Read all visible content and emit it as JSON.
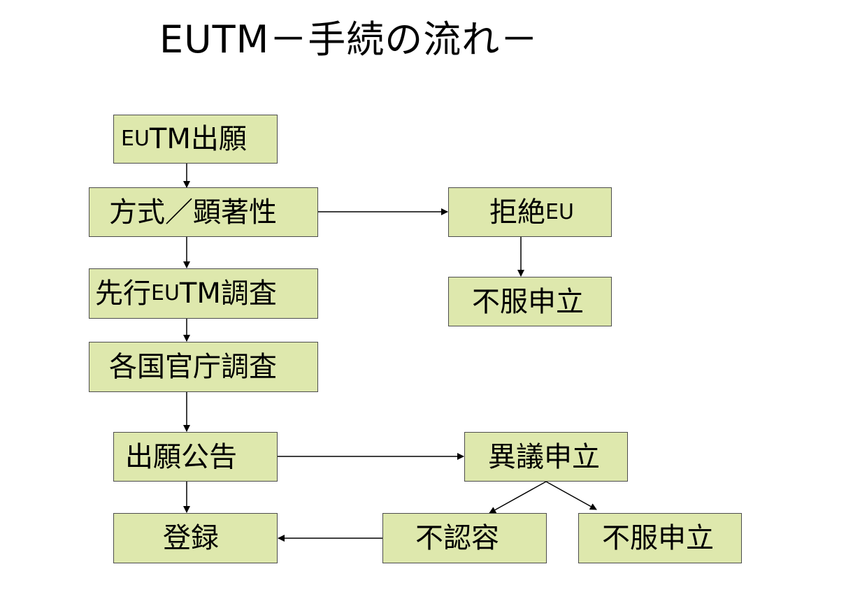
{
  "title": "EUTM－手続の流れ－",
  "nodes": {
    "application": {
      "prefix": "EU",
      "main": "TM出願"
    },
    "formality": "方式／顕著性",
    "refusal": {
      "main": "拒絶 ",
      "suffix": "EU"
    },
    "appeal_refusal": "不服申立",
    "prior_search": {
      "pre": "先行",
      "mid": "EU",
      "post": "TM調査"
    },
    "national_search": "各国官庁調査",
    "publication": "出願公告",
    "opposition": "異議申立",
    "registration": "登録",
    "non_acceptance": "不認容",
    "appeal_opposition": "不服申立"
  },
  "colors": {
    "box_fill": "#dee8ad",
    "box_border": "#4d4d4d",
    "arrow": "#000000"
  }
}
